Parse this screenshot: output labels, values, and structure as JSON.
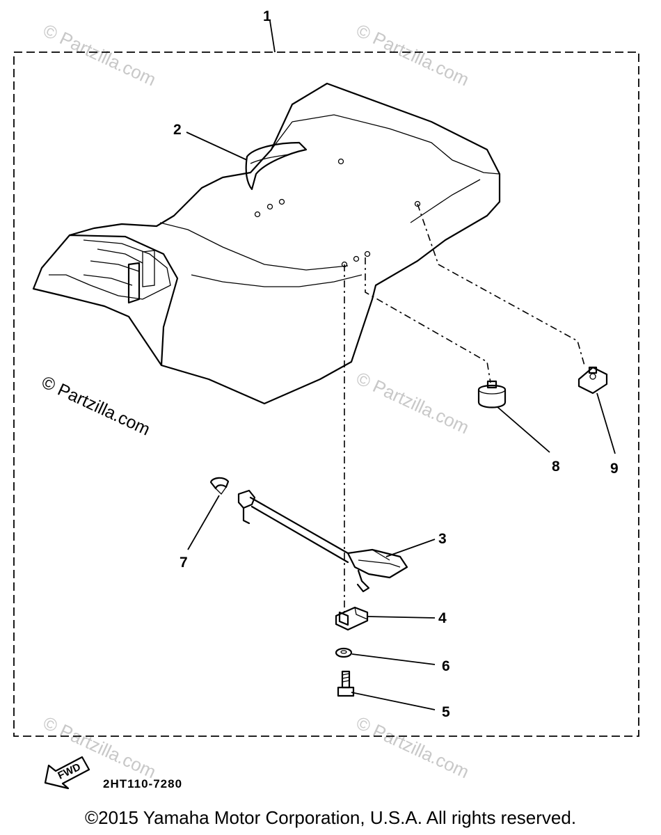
{
  "diagram": {
    "assembly_callout": "1",
    "callouts": {
      "seat_band": "2",
      "latch": "3",
      "bracket": "4",
      "bolt": "5",
      "washer": "6",
      "clip": "7",
      "damper": "8",
      "nut": "9"
    },
    "fwd_label": "FWD",
    "part_code": "2HT110-7280"
  },
  "watermarks": {
    "primary": "© Partzilla.com",
    "faint": "© Partzilla.com"
  },
  "footer": {
    "copyright": "©2015 Yamaha Motor Corporation, U.S.A. All rights reserved."
  }
}
